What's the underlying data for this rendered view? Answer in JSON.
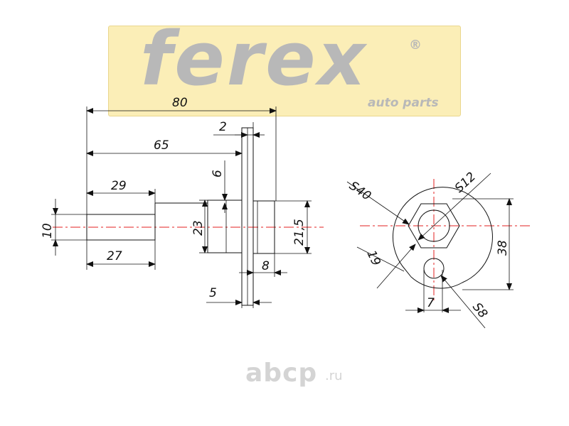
{
  "watermark": {
    "brand": "ferex",
    "tagline": "auto parts",
    "registered": "®"
  },
  "footer_brand": {
    "name": "abcp",
    "suffix": ".ru"
  },
  "dimensions": {
    "total_length": "80",
    "flange_thickness": "2",
    "shaft_to_flange": "65",
    "offset_6": "6",
    "pin_length": "29",
    "pin_diameter": "10",
    "head_height": "23",
    "boss_diameter": "21,5",
    "pin_shoulder": "27",
    "boss_length": "8",
    "plate_thickness": "5",
    "thread_outer": "S12",
    "thread_inner": "S40",
    "hole_spacing": "19",
    "plate_height": "38",
    "slot_width": "7",
    "slot_offset": "S8"
  }
}
